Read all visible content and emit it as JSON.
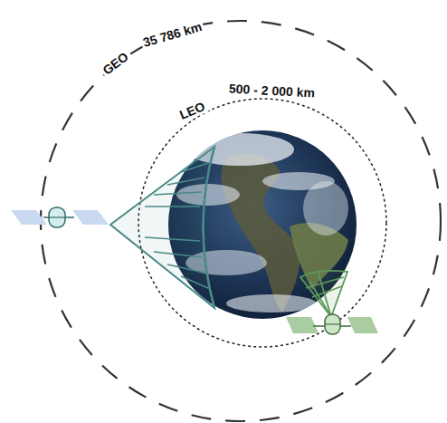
{
  "diagram": {
    "labels": [
      "GEO",
      "35 786 km",
      "LEO",
      "500 - 2 000 km"
    ]
  }
}
